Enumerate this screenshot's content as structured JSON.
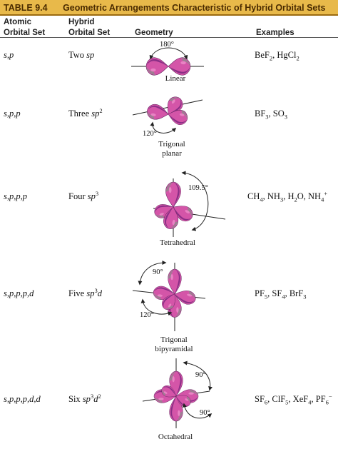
{
  "table": {
    "number": "TABLE 9.4",
    "title": "Geometric Arrangements Characteristic of Hybrid Orbital Sets"
  },
  "headers": {
    "atomic_line1": "Atomic",
    "atomic_line2": "Orbital Set",
    "hybrid_line1": "Hybrid",
    "hybrid_line2": "Orbital Set",
    "geometry": "Geometry",
    "examples": "Examples"
  },
  "rows": [
    {
      "atomic": "s,p",
      "hybrid": {
        "count": "Two",
        "type": "sp",
        "sup": ""
      },
      "geometry": "Linear",
      "geometry_line2": "",
      "angles": [
        "180°"
      ],
      "examples": [
        {
          "t": "BeF"
        },
        {
          "sub": "2"
        },
        {
          "t": ", HgCl"
        },
        {
          "sub": "2"
        }
      ]
    },
    {
      "atomic": "s,p,p",
      "hybrid": {
        "count": "Three",
        "type": "sp",
        "sup": "2"
      },
      "geometry": "Trigonal",
      "geometry_line2": "planar",
      "angles": [
        "120°"
      ],
      "examples": [
        {
          "t": "BF"
        },
        {
          "sub": "3"
        },
        {
          "t": ", SO"
        },
        {
          "sub": "3"
        }
      ]
    },
    {
      "atomic": "s,p,p,p",
      "hybrid": {
        "count": "Four",
        "type": "sp",
        "sup": "3"
      },
      "geometry": "Tetrahedral",
      "geometry_line2": "",
      "angles": [
        "109.5°"
      ],
      "examples": [
        {
          "t": "CH"
        },
        {
          "sub": "4"
        },
        {
          "t": ", NH"
        },
        {
          "sub": "3"
        },
        {
          "t": ", H"
        },
        {
          "sub": "2"
        },
        {
          "t": "O, NH"
        },
        {
          "sub": "4"
        },
        {
          "sup": "+"
        }
      ]
    },
    {
      "atomic": "s,p,p,p,d",
      "hybrid": {
        "count": "Five",
        "type": "sp",
        "sup": "3",
        "suffix": "d",
        "sup2": ""
      },
      "geometry": "Trigonal",
      "geometry_line2": "bipyramidal",
      "angles": [
        "90°",
        "120°"
      ],
      "examples": [
        {
          "t": "PF"
        },
        {
          "sub": "5"
        },
        {
          "t": ", SF"
        },
        {
          "sub": "4"
        },
        {
          "t": ", BrF"
        },
        {
          "sub": "3"
        }
      ]
    },
    {
      "atomic": "s,p,p,p,d,d",
      "hybrid": {
        "count": "Six",
        "type": "sp",
        "sup": "3",
        "suffix": "d",
        "sup2": "2"
      },
      "geometry": "Octahedral",
      "geometry_line2": "",
      "angles": [
        "90°",
        "90°"
      ],
      "examples": [
        {
          "t": "SF"
        },
        {
          "sub": "6"
        },
        {
          "t": ", ClF"
        },
        {
          "sub": "5"
        },
        {
          "t": ", XeF"
        },
        {
          "sub": "4"
        },
        {
          "t": ", PF"
        },
        {
          "sub": "6"
        },
        {
          "sup": "−"
        }
      ]
    }
  ],
  "colors": {
    "title_band": "#e8b94a",
    "lobe_pink": "#d455a8",
    "lobe_purple": "#8a2f86",
    "lobe_gray": "#8b8b8b"
  }
}
